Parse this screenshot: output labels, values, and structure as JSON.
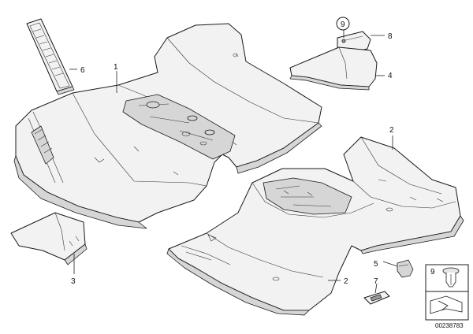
{
  "callouts": {
    "c1": "1",
    "c2a": "2",
    "c2b": "2",
    "c3": "3",
    "c4": "4",
    "c5": "5",
    "c6": "6",
    "c7": "7",
    "c8": "8",
    "c9a": "9",
    "c9b": "9"
  },
  "diagram_code": "00238783"
}
